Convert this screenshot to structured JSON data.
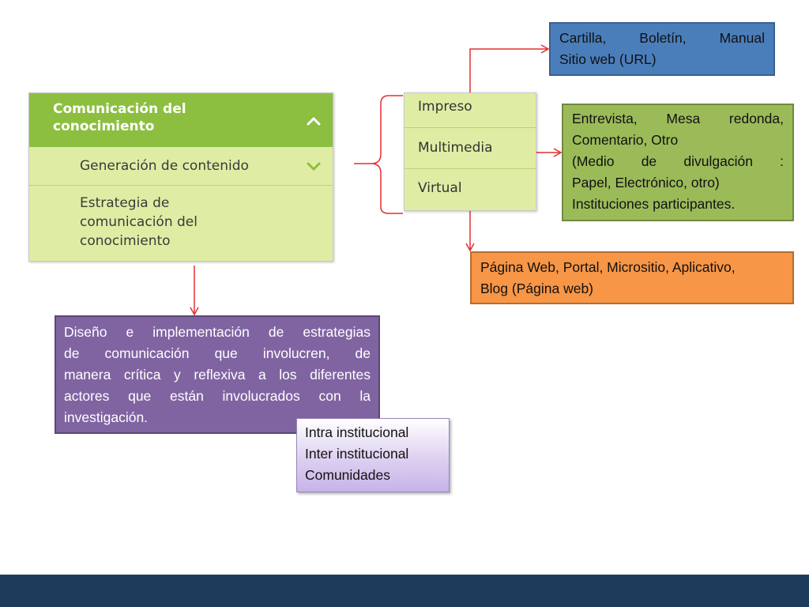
{
  "menu": {
    "title_line1": "Comunicación del",
    "title_line2": "conocimiento",
    "item1": "Generación de contenido",
    "item2_line1": "Estrategia de",
    "item2_line2": "comunicación del",
    "item2_line3": "conocimiento"
  },
  "media": {
    "items": [
      "Impreso",
      "Multimedia",
      "Virtual"
    ]
  },
  "boxes": {
    "impreso": {
      "line1": "Cartilla,  Boletín,  Manual",
      "line2": "Sitio web (URL)"
    },
    "multimedia": {
      "line1": "Entrevista,  Mesa  redonda,",
      "line2": "Comentario, Otro",
      "line3": "(Medio  de  divulgación  :",
      "line4": "Papel, Electrónico, otro)",
      "line5": "Instituciones participantes."
    },
    "virtual": {
      "line1": "Página Web, Portal, Micrositio, Aplicativo,",
      "line2": "Blog (Página web)"
    },
    "diseno": {
      "line1": "Diseño  e  implementación  de  estrategias",
      "line2": "de  comunicación  que  involucren,  de",
      "line3": "manera crítica y reflexiva a los diferentes",
      "line4": "actores  que  están  involucrados  con  la",
      "line5": "investigación."
    },
    "actores": {
      "line1": "Intra institucional",
      "line2": "Inter institucional",
      "line3": "Comunidades"
    }
  },
  "colors": {
    "menu_header": "#8cbf3f",
    "menu_body": "#dfeda4",
    "box_blue": "#4a7ebb",
    "box_green": "#9bbb59",
    "box_orange": "#f79646",
    "box_purple": "#8064a2",
    "connector_red": "#e03030",
    "footer": "#1f3b5c"
  }
}
